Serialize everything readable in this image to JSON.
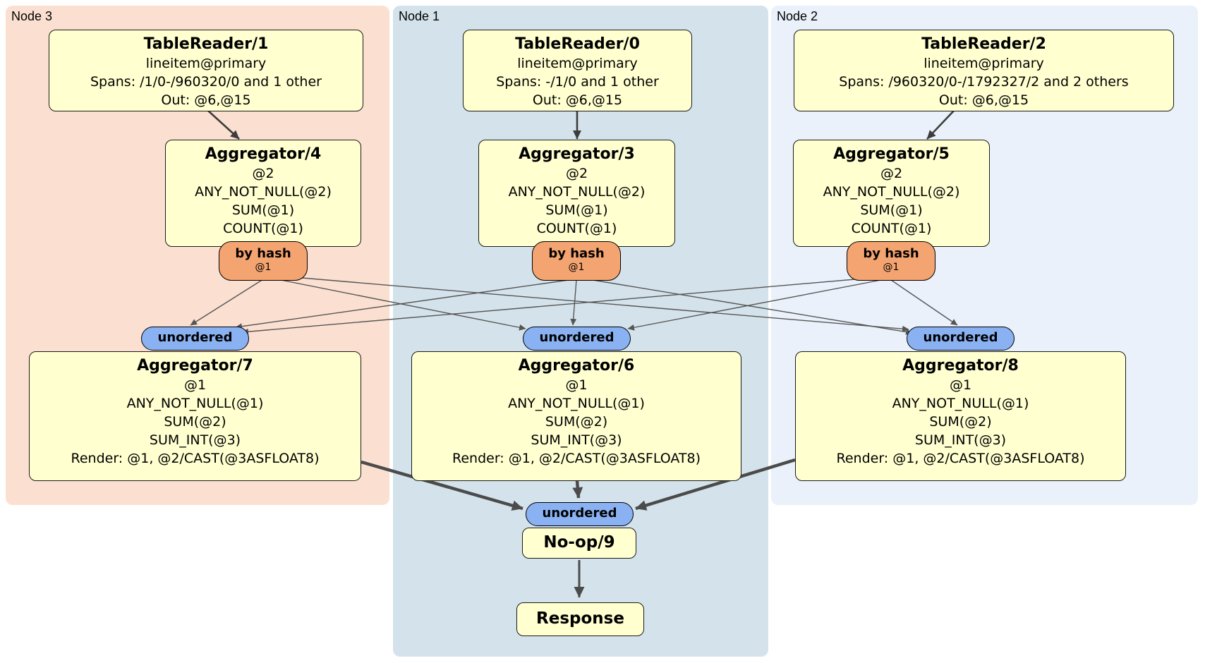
{
  "node_groups": {
    "node3": "Node 3",
    "node1": "Node 1",
    "node2": "Node 2"
  },
  "processors": {
    "tablereader1": {
      "title": "TableReader/1",
      "lines": [
        "lineitem@primary",
        "Spans: /1/0-/960320/0 and 1 other",
        "Out: @6,@15"
      ]
    },
    "tablereader0": {
      "title": "TableReader/0",
      "lines": [
        "lineitem@primary",
        "Spans: -/1/0 and 1 other",
        "Out: @6,@15"
      ]
    },
    "tablereader2": {
      "title": "TableReader/2",
      "lines": [
        "lineitem@primary",
        "Spans: /960320/0-/1792327/2 and 2 others",
        "Out: @6,@15"
      ]
    },
    "aggregator4": {
      "title": "Aggregator/4",
      "lines": [
        "@2",
        "ANY_NOT_NULL(@2)",
        "SUM(@1)",
        "COUNT(@1)"
      ]
    },
    "aggregator3": {
      "title": "Aggregator/3",
      "lines": [
        "@2",
        "ANY_NOT_NULL(@2)",
        "SUM(@1)",
        "COUNT(@1)"
      ]
    },
    "aggregator5": {
      "title": "Aggregator/5",
      "lines": [
        "@2",
        "ANY_NOT_NULL(@2)",
        "SUM(@1)",
        "COUNT(@1)"
      ]
    },
    "aggregator7": {
      "title": "Aggregator/7",
      "lines": [
        "@1",
        "ANY_NOT_NULL(@1)",
        "SUM(@2)",
        "SUM_INT(@3)",
        "Render: @1, @2/CAST(@3ASFLOAT8)"
      ]
    },
    "aggregator6": {
      "title": "Aggregator/6",
      "lines": [
        "@1",
        "ANY_NOT_NULL(@1)",
        "SUM(@2)",
        "SUM_INT(@3)",
        "Render: @1, @2/CAST(@3ASFLOAT8)"
      ]
    },
    "aggregator8": {
      "title": "Aggregator/8",
      "lines": [
        "@1",
        "ANY_NOT_NULL(@1)",
        "SUM(@2)",
        "SUM_INT(@3)",
        "Render: @1, @2/CAST(@3ASFLOAT8)"
      ]
    },
    "noop": {
      "title": "No-op/9"
    },
    "response": {
      "title": "Response"
    }
  },
  "router": {
    "label": "by hash",
    "key": "@1"
  },
  "sync": {
    "label": "unordered"
  },
  "colors": {
    "node3_bg": "#fbe0d1",
    "node1_bg": "#d4e3eb",
    "node2_bg": "#eaf1fa",
    "box_bg": "#ffffd0",
    "router_bg": "#f4a470",
    "sync_bg": "#8ab1f1",
    "edge_thin": "#555555",
    "edge_med": "#3d3d3d",
    "edge_thick": "#4b4b4b"
  }
}
